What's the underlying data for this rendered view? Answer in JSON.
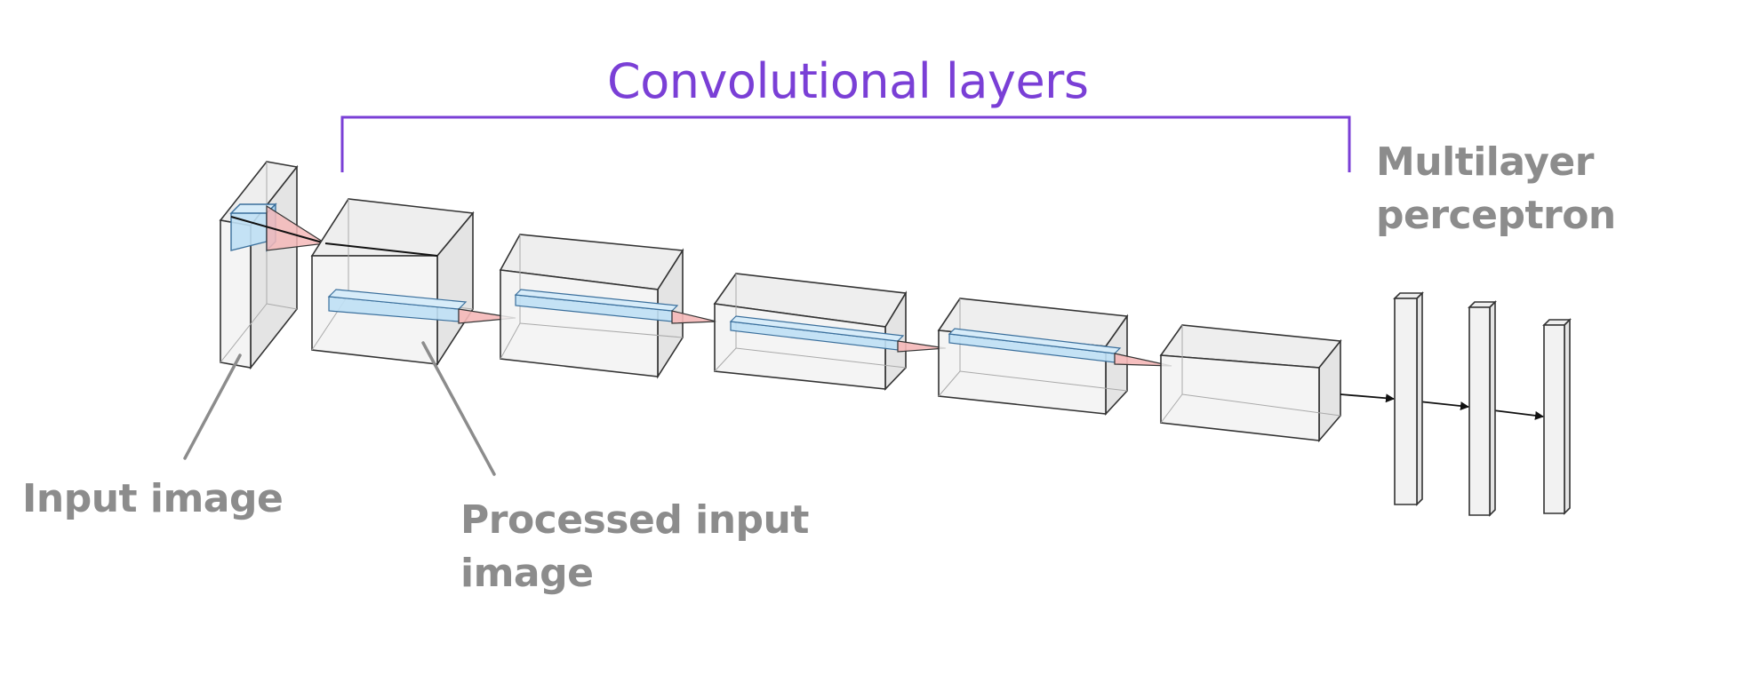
{
  "labels": {
    "conv_title": "Convolutional layers",
    "mlp_line1": "Multilayer",
    "mlp_line2": "perceptron",
    "input_image": "Input image",
    "processed_line1": "Processed input",
    "processed_line2": "image"
  },
  "colors": {
    "accent": "#7a3fd6",
    "label_gray": "#8c8c8c",
    "block_fill": "#f2f2f2",
    "kernel_blue": "#bfe0f5",
    "cone_red": "#f5b8b8"
  }
}
